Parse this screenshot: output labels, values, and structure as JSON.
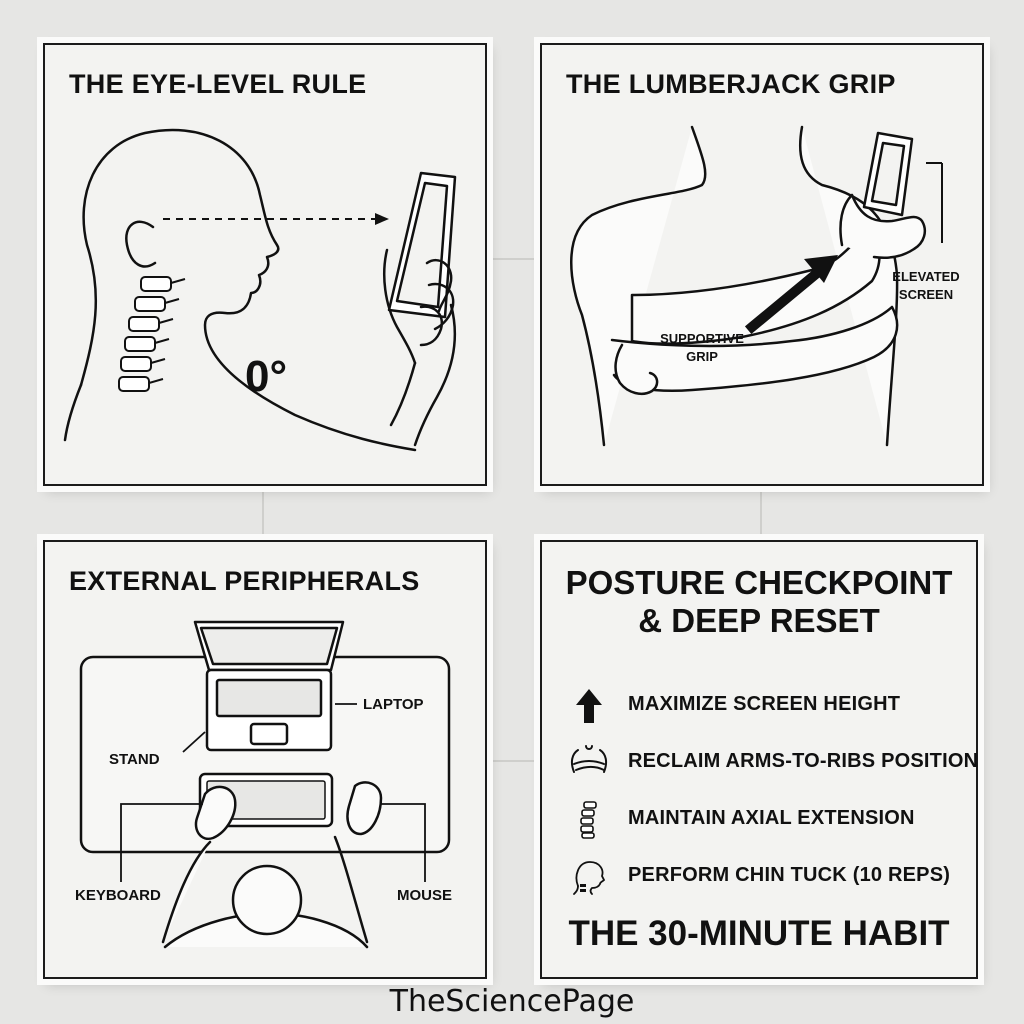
{
  "panels": {
    "eye_level": {
      "title": "THE EYE-LEVEL RULE",
      "angle_label": "0°"
    },
    "lumberjack": {
      "title": "THE LUMBERJACK GRIP",
      "elevated_screen_label": [
        "ELEVATED",
        "SCREEN"
      ],
      "supportive_grip_label": [
        "SUPPORTIVE",
        "GRIP"
      ]
    },
    "peripherals": {
      "title": "EXTERNAL PERIPHERALS",
      "laptop_label": "LAPTOP",
      "stand_label": "STAND",
      "keyboard_label": "KEYBOARD",
      "mouse_label": "MOUSE"
    },
    "checkpoint": {
      "title_line1": "POSTURE CHECKPOINT",
      "title_line2": "& DEEP RESET",
      "items": [
        {
          "icon": "up-arrow-icon",
          "label": "MAXIMIZE SCREEN HEIGHT"
        },
        {
          "icon": "arms-crossed-icon",
          "label": "RECLAIM ARMS-TO-RIBS POSITION"
        },
        {
          "icon": "spine-icon",
          "label": "MAINTAIN AXIAL EXTENSION"
        },
        {
          "icon": "chin-tuck-head-icon",
          "label": "PERFORM CHIN TUCK (10 REPS)"
        }
      ],
      "footer": "THE 30-MINUTE HABIT"
    }
  },
  "watermark": "TheSciencePage",
  "colors": {
    "ink": "#111111",
    "paper": "#f3f3f1",
    "background": "#e6e6e4"
  }
}
